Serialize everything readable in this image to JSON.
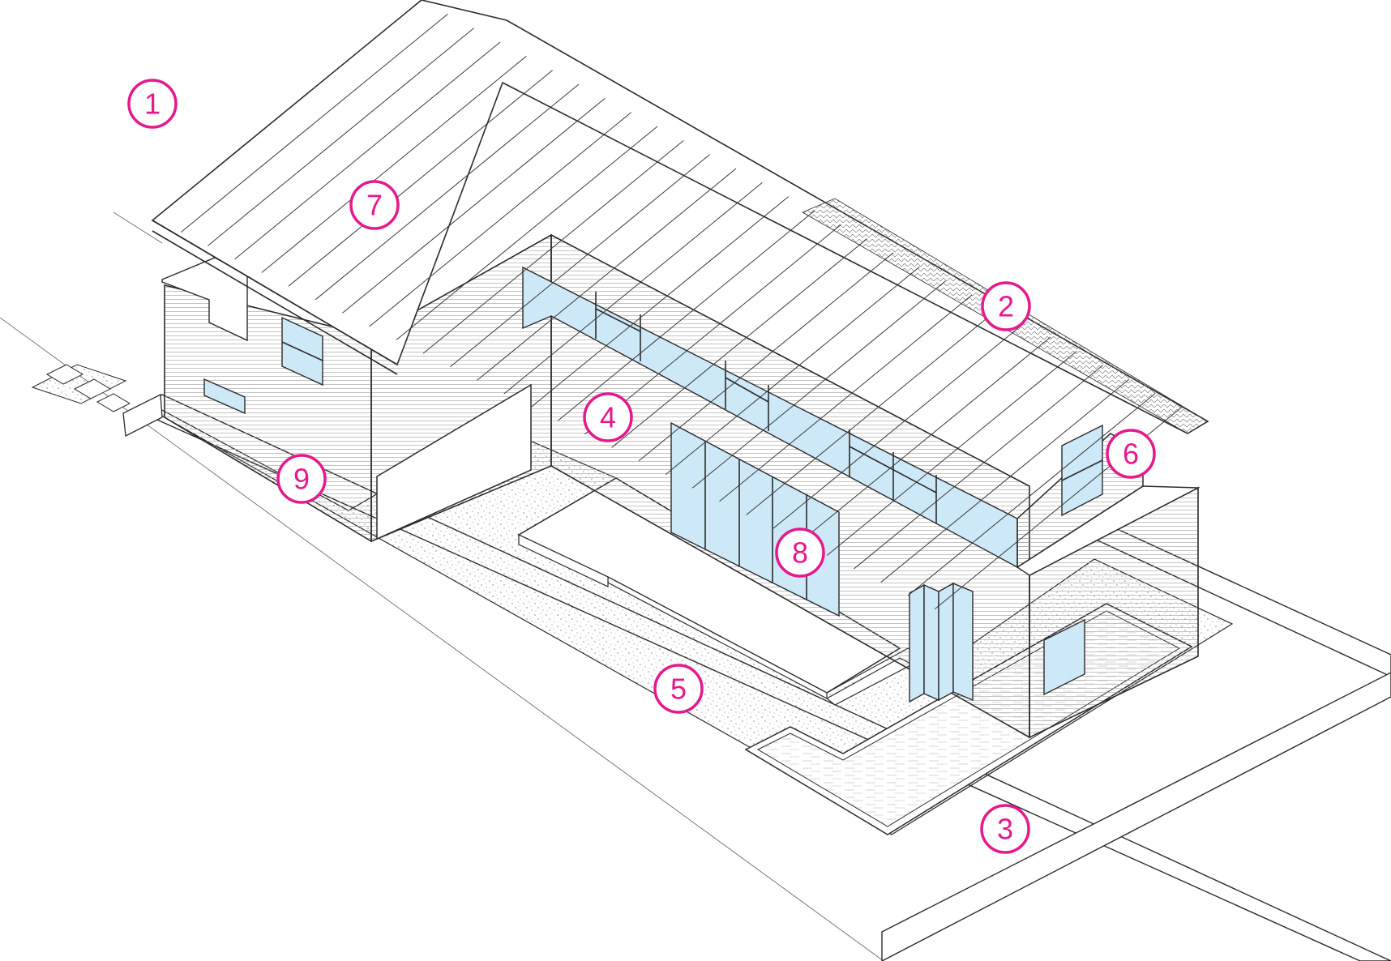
{
  "colors": {
    "marker": "#e6198c",
    "glass": "#cde8f6",
    "line": "#2b2b2b",
    "gravel": "#9a9a9a"
  },
  "markers": [
    {
      "id": "1",
      "label": "1"
    },
    {
      "id": "2",
      "label": "2"
    },
    {
      "id": "3",
      "label": "3"
    },
    {
      "id": "4",
      "label": "4"
    },
    {
      "id": "5",
      "label": "5"
    },
    {
      "id": "6",
      "label": "6"
    },
    {
      "id": "7",
      "label": "7"
    },
    {
      "id": "8",
      "label": "8"
    },
    {
      "id": "9",
      "label": "9"
    }
  ]
}
